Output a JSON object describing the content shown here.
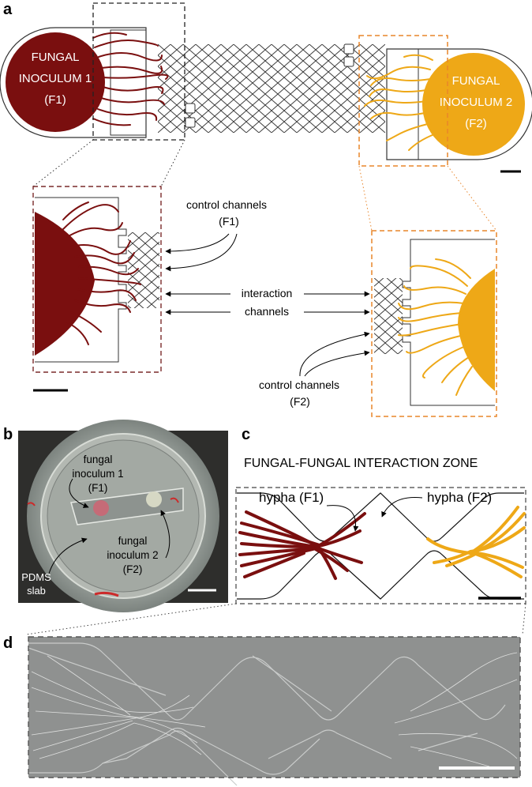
{
  "panel_labels": {
    "a": "a",
    "b": "b",
    "c": "c",
    "d": "d"
  },
  "panel_a": {
    "inoculum1": {
      "line1": "FUNGAL",
      "line2": "INOCULUM 1",
      "line3": "(F1)"
    },
    "inoculum2": {
      "line1": "FUNGAL",
      "line2": "INOCULUM 2",
      "line3": "(F2)"
    },
    "control_f1": {
      "line1": "control channels",
      "line2": "(F1)"
    },
    "interaction": {
      "line1": "interaction",
      "line2": "channels"
    },
    "control_f2": {
      "line1": "control channels",
      "line2": "(F2)"
    }
  },
  "panel_b": {
    "inoculum1": {
      "line1": "fungal",
      "line2": "inoculum 1",
      "line3": "(F1)"
    },
    "inoculum2": {
      "line1": "fungal",
      "line2": "inoculum 2",
      "line3": "(F2)"
    },
    "slab": {
      "line1": "PDMS",
      "line2": "slab"
    }
  },
  "panel_c": {
    "title": "FUNGAL-FUNGAL INTERACTION ZONE",
    "hypha_f1": "hypha (F1)",
    "hypha_f2": "hypha (F2)"
  },
  "colors": {
    "f1": "#7a0f0f",
    "f2": "#eea817",
    "frame_dark": "#333333",
    "frame_orange": "#e8852a"
  }
}
